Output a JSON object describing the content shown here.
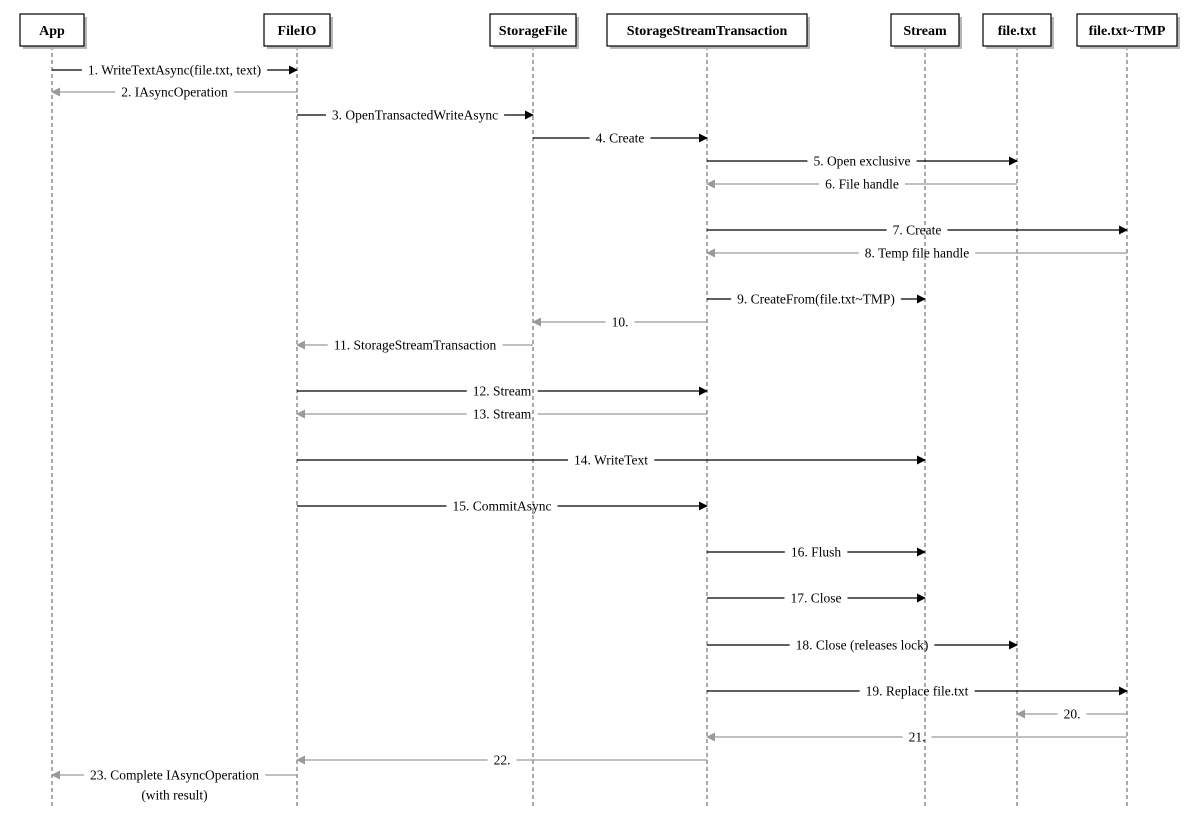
{
  "actors": [
    {
      "id": "app",
      "label": "App"
    },
    {
      "id": "fileio",
      "label": "FileIO"
    },
    {
      "id": "storagefile",
      "label": "StorageFile"
    },
    {
      "id": "sst",
      "label": "StorageStreamTransaction"
    },
    {
      "id": "stream",
      "label": "Stream"
    },
    {
      "id": "filetxt",
      "label": "file.txt"
    },
    {
      "id": "filetmp",
      "label": "file.txt~TMP"
    }
  ],
  "messages": [
    {
      "from": "app",
      "to": "fileio",
      "kind": "call",
      "lines": [
        "1. WriteTextAsync(file.txt, text)"
      ]
    },
    {
      "from": "fileio",
      "to": "app",
      "kind": "return",
      "lines": [
        "2. IAsyncOperation"
      ]
    },
    {
      "from": "fileio",
      "to": "storagefile",
      "kind": "call",
      "lines": [
        "3. OpenTransactedWriteAsync"
      ]
    },
    {
      "from": "storagefile",
      "to": "sst",
      "kind": "call",
      "lines": [
        "4. Create"
      ]
    },
    {
      "from": "sst",
      "to": "filetxt",
      "kind": "call",
      "lines": [
        "5. Open exclusive"
      ]
    },
    {
      "from": "filetxt",
      "to": "sst",
      "kind": "return",
      "lines": [
        "6. File handle"
      ]
    },
    {
      "from": "sst",
      "to": "filetmp",
      "kind": "call",
      "lines": [
        "7. Create"
      ]
    },
    {
      "from": "filetmp",
      "to": "sst",
      "kind": "return",
      "lines": [
        "8. Temp file handle"
      ]
    },
    {
      "from": "sst",
      "to": "stream",
      "kind": "call",
      "lines": [
        "9. CreateFrom(file.txt~TMP)"
      ]
    },
    {
      "from": "sst",
      "to": "storagefile",
      "kind": "return",
      "lines": [
        "10."
      ]
    },
    {
      "from": "storagefile",
      "to": "fileio",
      "kind": "return",
      "lines": [
        "11. StorageStreamTransaction"
      ]
    },
    {
      "from": "fileio",
      "to": "sst",
      "kind": "call",
      "lines": [
        "12. Stream"
      ]
    },
    {
      "from": "sst",
      "to": "fileio",
      "kind": "return",
      "lines": [
        "13. Stream"
      ]
    },
    {
      "from": "fileio",
      "to": "stream",
      "kind": "call",
      "lines": [
        "14. WriteText"
      ]
    },
    {
      "from": "fileio",
      "to": "sst",
      "kind": "call",
      "lines": [
        "15. CommitAsync"
      ]
    },
    {
      "from": "sst",
      "to": "stream",
      "kind": "call",
      "lines": [
        "16. Flush"
      ]
    },
    {
      "from": "sst",
      "to": "stream",
      "kind": "call",
      "lines": [
        "17. Close"
      ]
    },
    {
      "from": "sst",
      "to": "filetxt",
      "kind": "call",
      "lines": [
        "18. Close (releases lock)"
      ]
    },
    {
      "from": "sst",
      "to": "filetmp",
      "kind": "call",
      "lines": [
        "19. Replace file.txt"
      ]
    },
    {
      "from": "filetmp",
      "to": "filetxt",
      "kind": "return",
      "lines": [
        "20."
      ]
    },
    {
      "from": "filetmp",
      "to": "sst",
      "kind": "return",
      "lines": [
        "21."
      ]
    },
    {
      "from": "sst",
      "to": "fileio",
      "kind": "return",
      "lines": [
        "22."
      ]
    },
    {
      "from": "fileio",
      "to": "app",
      "kind": "return",
      "lines": [
        "23. Complete IAsyncOperation",
        "(with result)"
      ]
    }
  ],
  "colors": {
    "call": "#000000",
    "return": "#9a9a9a"
  }
}
